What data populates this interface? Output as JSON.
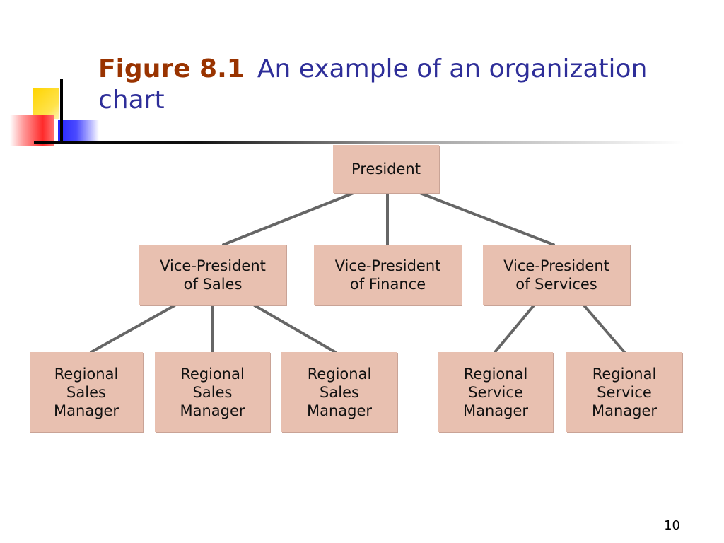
{
  "title": {
    "figure_label": "Figure 8.1",
    "caption": "An example of an organization chart"
  },
  "org_chart": {
    "president": "President",
    "vice_presidents": [
      "Vice-President\nof Sales",
      "Vice-President\nof Finance",
      "Vice-President\nof Services"
    ],
    "managers": [
      "Regional\nSales\nManager",
      "Regional\nSales\nManager",
      "Regional\nSales\nManager",
      "Regional\nService\nManager",
      "Regional\nService\nManager"
    ],
    "box_color": "#e8c0b0",
    "line_color": "#666666"
  },
  "page_number": "10",
  "colors": {
    "title_label": "#993300",
    "title_text": "#2e2e99"
  }
}
